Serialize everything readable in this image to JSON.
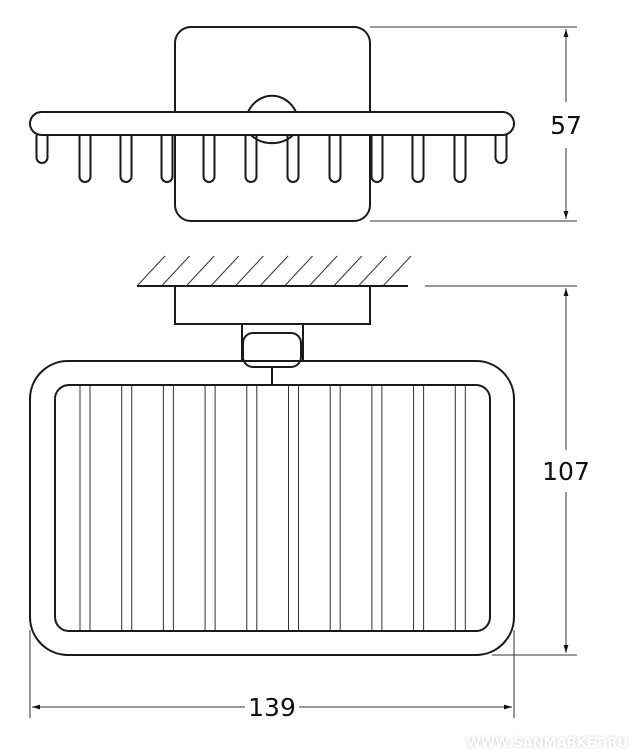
{
  "drawing": {
    "top_view": {
      "depth_label": "57"
    },
    "front_view": {
      "height_label": "107",
      "width_label": "139"
    },
    "watermark": "WWW.SANMARKET.RU"
  }
}
